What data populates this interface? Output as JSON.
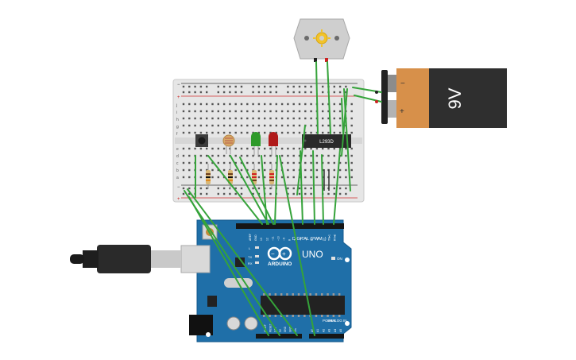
{
  "circuit": {
    "battery": {
      "voltage_label": "9V",
      "minus_sign": "−",
      "plus_sign": "+"
    },
    "motor_driver": {
      "label": "L293D"
    },
    "arduino": {
      "brand": "ARDUINO",
      "model": "UNO",
      "digital_header_label": "DIGITAL (PWM~)",
      "power_label": "POWER",
      "analog_label": "ANALOG IN",
      "on_label": "ON",
      "led_labels": [
        "L",
        "TX",
        "RX"
      ],
      "top_pins": [
        "AREF",
        "GND",
        "13",
        "12",
        "~11",
        "~10",
        "~9",
        "8",
        "7",
        "~6",
        "~5",
        "4",
        "~3",
        "2",
        "TX▸1",
        "RX◂0"
      ],
      "power_pins": [
        "IOREF",
        "RESET",
        "3.3V",
        "5V",
        "GND",
        "GND",
        "Vin"
      ],
      "analog_pins": [
        "A0",
        "A1",
        "A2",
        "A3",
        "A4",
        "A5"
      ]
    },
    "breadboard": {
      "row_letters_top": [
        "j",
        "i",
        "h",
        "g",
        "f"
      ],
      "row_letters_bottom": [
        "e",
        "d",
        "c",
        "b",
        "a"
      ],
      "rail_minus": "−",
      "rail_plus": "+"
    },
    "colors": {
      "wire": "#35a33a",
      "board": "#1f6fa8",
      "breadboard": "#e4e4e4",
      "battery_body": "#2f2f2f",
      "battery_label": "#d7904a",
      "led_green": "#2e9a2a",
      "led_red": "#b01a1a"
    }
  }
}
